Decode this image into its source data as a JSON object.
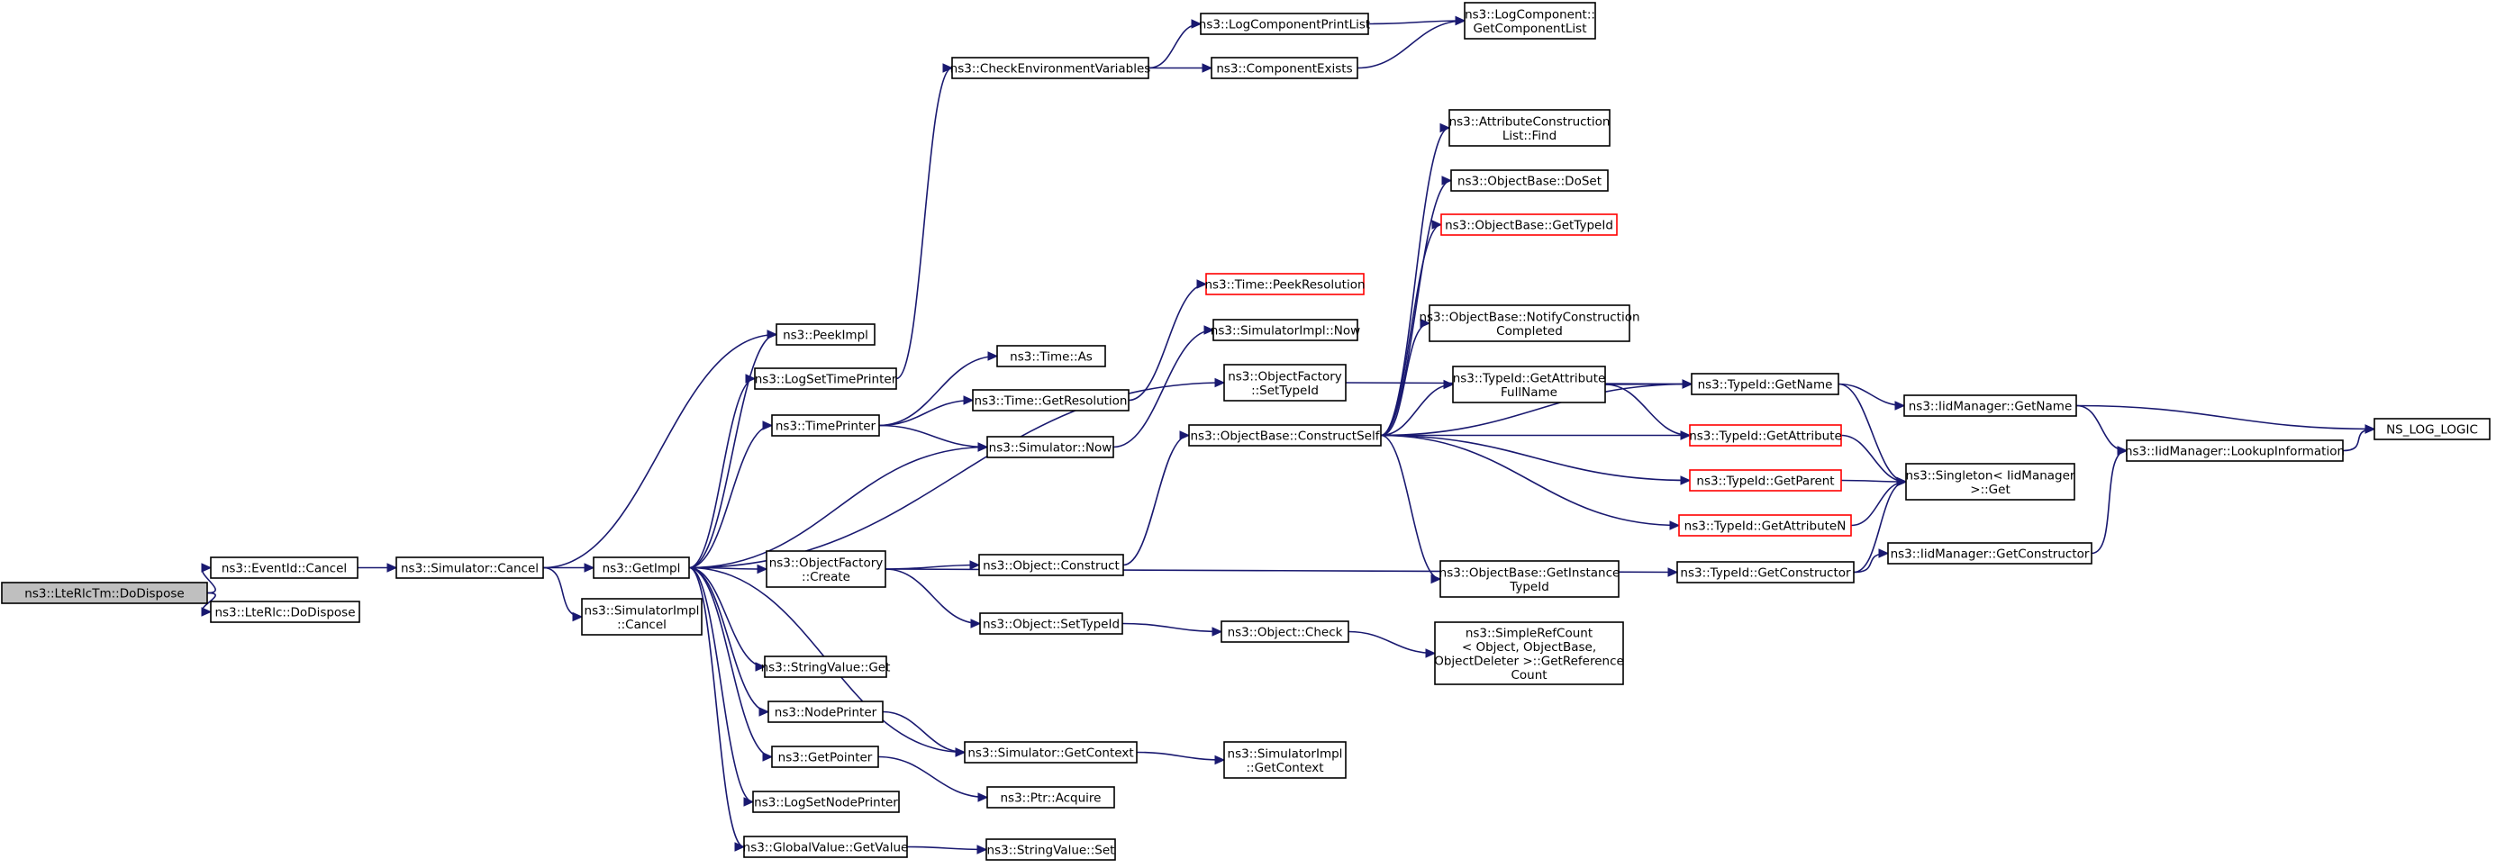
{
  "colors": {
    "edge": "#191970",
    "node_border": "#000000",
    "node_border_truncated": "#ff0000",
    "root_fill": "#bfbfbf",
    "node_fill": "#ffffff"
  },
  "nodes": {
    "root": {
      "lines": [
        "ns3::LteRlcTm::DoDispose"
      ],
      "style": "root"
    },
    "eventid_cancel": {
      "lines": [
        "ns3::EventId::Cancel"
      ],
      "style": "normal"
    },
    "lterlc_dodispose": {
      "lines": [
        "ns3::LteRlc::DoDispose"
      ],
      "style": "normal"
    },
    "simulator_cancel": {
      "lines": [
        "ns3::Simulator::Cancel"
      ],
      "style": "normal"
    },
    "getimpl": {
      "lines": [
        "ns3::GetImpl"
      ],
      "style": "normal"
    },
    "simulatorimpl_cancel": {
      "lines": [
        "ns3::SimulatorImpl",
        "::Cancel"
      ],
      "style": "normal"
    },
    "peekimpl": {
      "lines": [
        "ns3::PeekImpl"
      ],
      "style": "normal"
    },
    "logsettimeprinter": {
      "lines": [
        "ns3::LogSetTimePrinter"
      ],
      "style": "normal"
    },
    "timeprinter": {
      "lines": [
        "ns3::TimePrinter"
      ],
      "style": "normal"
    },
    "objectfactory_create": {
      "lines": [
        "ns3::ObjectFactory",
        "::Create"
      ],
      "style": "normal"
    },
    "stringvalue_get": {
      "lines": [
        "ns3::StringValue::Get"
      ],
      "style": "normal"
    },
    "nodeprinter": {
      "lines": [
        "ns3::NodePrinter"
      ],
      "style": "normal"
    },
    "getpointer": {
      "lines": [
        "ns3::GetPointer"
      ],
      "style": "normal"
    },
    "lognodeprinter": {
      "lines": [
        "ns3::LogSetNodePrinter"
      ],
      "style": "normal"
    },
    "globalvalue_getvalue": {
      "lines": [
        "ns3::GlobalValue::GetValue"
      ],
      "style": "normal"
    },
    "checkenv": {
      "lines": [
        "ns3::CheckEnvironmentVariables"
      ],
      "style": "normal"
    },
    "time_as": {
      "lines": [
        "ns3::Time::As"
      ],
      "style": "normal"
    },
    "time_getresolution": {
      "lines": [
        "ns3::Time::GetResolution"
      ],
      "style": "normal"
    },
    "simulator_now": {
      "lines": [
        "ns3::Simulator::Now"
      ],
      "style": "normal"
    },
    "object_construct": {
      "lines": [
        "ns3::Object::Construct"
      ],
      "style": "normal"
    },
    "object_settypeid": {
      "lines": [
        "ns3::Object::SetTypeId"
      ],
      "style": "normal"
    },
    "simulator_getcontext": {
      "lines": [
        "ns3::Simulator::GetContext"
      ],
      "style": "normal"
    },
    "ptr_acquire": {
      "lines": [
        "ns3::Ptr::Acquire"
      ],
      "style": "normal"
    },
    "stringvalue_set": {
      "lines": [
        "ns3::StringValue::Set"
      ],
      "style": "normal"
    },
    "logcomponentprintlist": {
      "lines": [
        "ns3::LogComponentPrintList"
      ],
      "style": "normal"
    },
    "componentexists": {
      "lines": [
        "ns3::ComponentExists"
      ],
      "style": "normal"
    },
    "time_peekresolution": {
      "lines": [
        "ns3::Time::PeekResolution"
      ],
      "style": "truncated"
    },
    "simulatorimpl_now": {
      "lines": [
        "ns3::SimulatorImpl::Now"
      ],
      "style": "normal"
    },
    "objectfactory_settypeid": {
      "lines": [
        "ns3::ObjectFactory",
        "::SetTypeId"
      ],
      "style": "normal"
    },
    "objectbase_constructself": {
      "lines": [
        "ns3::ObjectBase::ConstructSelf"
      ],
      "style": "normal"
    },
    "object_check": {
      "lines": [
        "ns3::Object::Check"
      ],
      "style": "normal"
    },
    "simulatorimpl_getcontext": {
      "lines": [
        "ns3::SimulatorImpl",
        "::GetContext"
      ],
      "style": "normal"
    },
    "logcomponent_getcomponentlist": {
      "lines": [
        "ns3::LogComponent::",
        "GetComponentList"
      ],
      "style": "normal"
    },
    "attrconstruction_find": {
      "lines": [
        "ns3::AttributeConstruction",
        "List::Find"
      ],
      "style": "normal"
    },
    "objectbase_doset": {
      "lines": [
        "ns3::ObjectBase::DoSet"
      ],
      "style": "normal"
    },
    "objectbase_gettypeid": {
      "lines": [
        "ns3::ObjectBase::GetTypeId"
      ],
      "style": "truncated"
    },
    "objectbase_notify": {
      "lines": [
        "ns3::ObjectBase::NotifyConstruction",
        "Completed"
      ],
      "style": "normal"
    },
    "typeid_getattributefullname": {
      "lines": [
        "ns3::TypeId::GetAttribute",
        "FullName"
      ],
      "style": "normal"
    },
    "objectbase_getinstancetypeid": {
      "lines": [
        "ns3::ObjectBase::GetInstance",
        "TypeId"
      ],
      "style": "normal"
    },
    "simplerefcount": {
      "lines": [
        "ns3::SimpleRefCount",
        "< Object, ObjectBase,",
        "ObjectDeleter >::GetReference",
        "Count"
      ],
      "style": "normal"
    },
    "typeid_getname": {
      "lines": [
        "ns3::TypeId::GetName"
      ],
      "style": "normal"
    },
    "typeid_getattribute": {
      "lines": [
        "ns3::TypeId::GetAttribute"
      ],
      "style": "truncated"
    },
    "typeid_getparent": {
      "lines": [
        "ns3::TypeId::GetParent"
      ],
      "style": "truncated"
    },
    "typeid_getattributen": {
      "lines": [
        "ns3::TypeId::GetAttributeN"
      ],
      "style": "truncated"
    },
    "typeid_getconstructor": {
      "lines": [
        "ns3::TypeId::GetConstructor"
      ],
      "style": "normal"
    },
    "singleton_get": {
      "lines": [
        "ns3::Singleton< IidManager",
        ">::Get"
      ],
      "style": "normal"
    },
    "iidmanager_getname": {
      "lines": [
        "ns3::IidManager::GetName"
      ],
      "style": "normal"
    },
    "iidmanager_getconstructor": {
      "lines": [
        "ns3::IidManager::GetConstructor"
      ],
      "style": "normal"
    },
    "iidmanager_lookupinformation": {
      "lines": [
        "ns3::IidManager::LookupInformation"
      ],
      "style": "normal"
    },
    "ns_log_logic": {
      "lines": [
        "NS_LOG_LOGIC"
      ],
      "style": "normal"
    }
  }
}
